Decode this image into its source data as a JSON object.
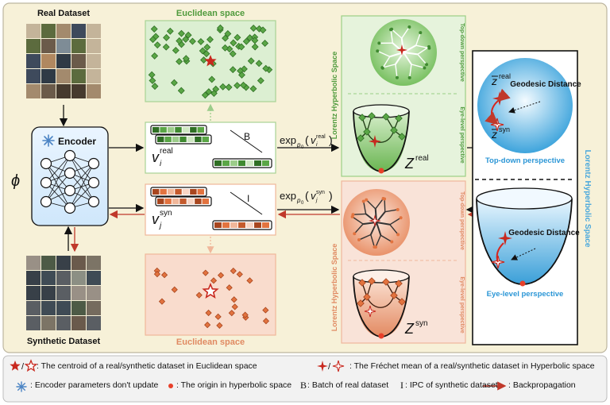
{
  "labels": {
    "real_dataset": "Real Dataset",
    "synthetic_dataset": "Synthetic Dataset",
    "encoder": "Encoder",
    "phi": "ϕ",
    "euclidean_space_top": "Euclidean space",
    "euclidean_space_bottom": "Euclidean space",
    "lorentz_left_top": "Lorentz Hyperbolic Space",
    "lorentz_left_bottom": "Lorentz Hyperbolic Space",
    "lorentz_right": "Lorentz Hyperbolic Space",
    "topdown_vertical_top": "Top-down perspective",
    "eyelevel_vertical_top": "Eye-level perspective",
    "topdown_vertical_bottom": "Top-down perspective",
    "eyelevel_vertical_bottom": "Eye-level perspective",
    "geodesic_distance_1": "Geodesic Distance",
    "geodesic_distance_2": "Geodesic Distance",
    "topdown_perspective": "Top-down perspective",
    "eyelevel_perspective": "Eye-level perspective",
    "batch_symbol": "B",
    "ipc_symbol": "I",
    "v_real": "v",
    "v_real_sub": "i",
    "v_real_sup": "real",
    "v_syn": "v",
    "v_syn_sub": "j",
    "v_syn_sup": "syn",
    "exp_real": "exp",
    "exp_sub": "p",
    "exp_sub0": "0",
    "z_real": "Z",
    "z_real_sup": "real",
    "z_syn": "Z",
    "z_syn_sup": "syn",
    "zbar_real": "z",
    "zbar_real_sup": "real",
    "zbar_syn": "z",
    "zbar_syn_sup": "syn"
  },
  "legend": {
    "row1_left": ": The centroid of a real/synthetic dataset in Euclidean space",
    "row1_right": ": The Fréchet mean of a real/synthetic dataset in Hyperbolic space",
    "row2_a": ": Encoder parameters don't update",
    "row2_b": ": The origin in hyperbolic space",
    "row2_c_sym": "B",
    "row2_c": ": Batch of real dataset",
    "row2_d_sym": "I",
    "row2_d": ": IPC of synthetic dataset",
    "row2_e": ": Backpropagation"
  },
  "colors": {
    "panel_bg": "#f7f1d8",
    "green": "#4f9a3c",
    "green_light": "#dff0d6",
    "orange": "#d9622b",
    "orange_light": "#f8e1d6",
    "blue": "#4aa8dc",
    "red": "#c8281e"
  },
  "icons": {
    "snowflake": "snowflake-icon",
    "star_real": "filled-star",
    "star_syn": "hollow-star",
    "sparkle_real": "filled-four-point-star",
    "sparkle_syn": "hollow-four-point-star"
  }
}
